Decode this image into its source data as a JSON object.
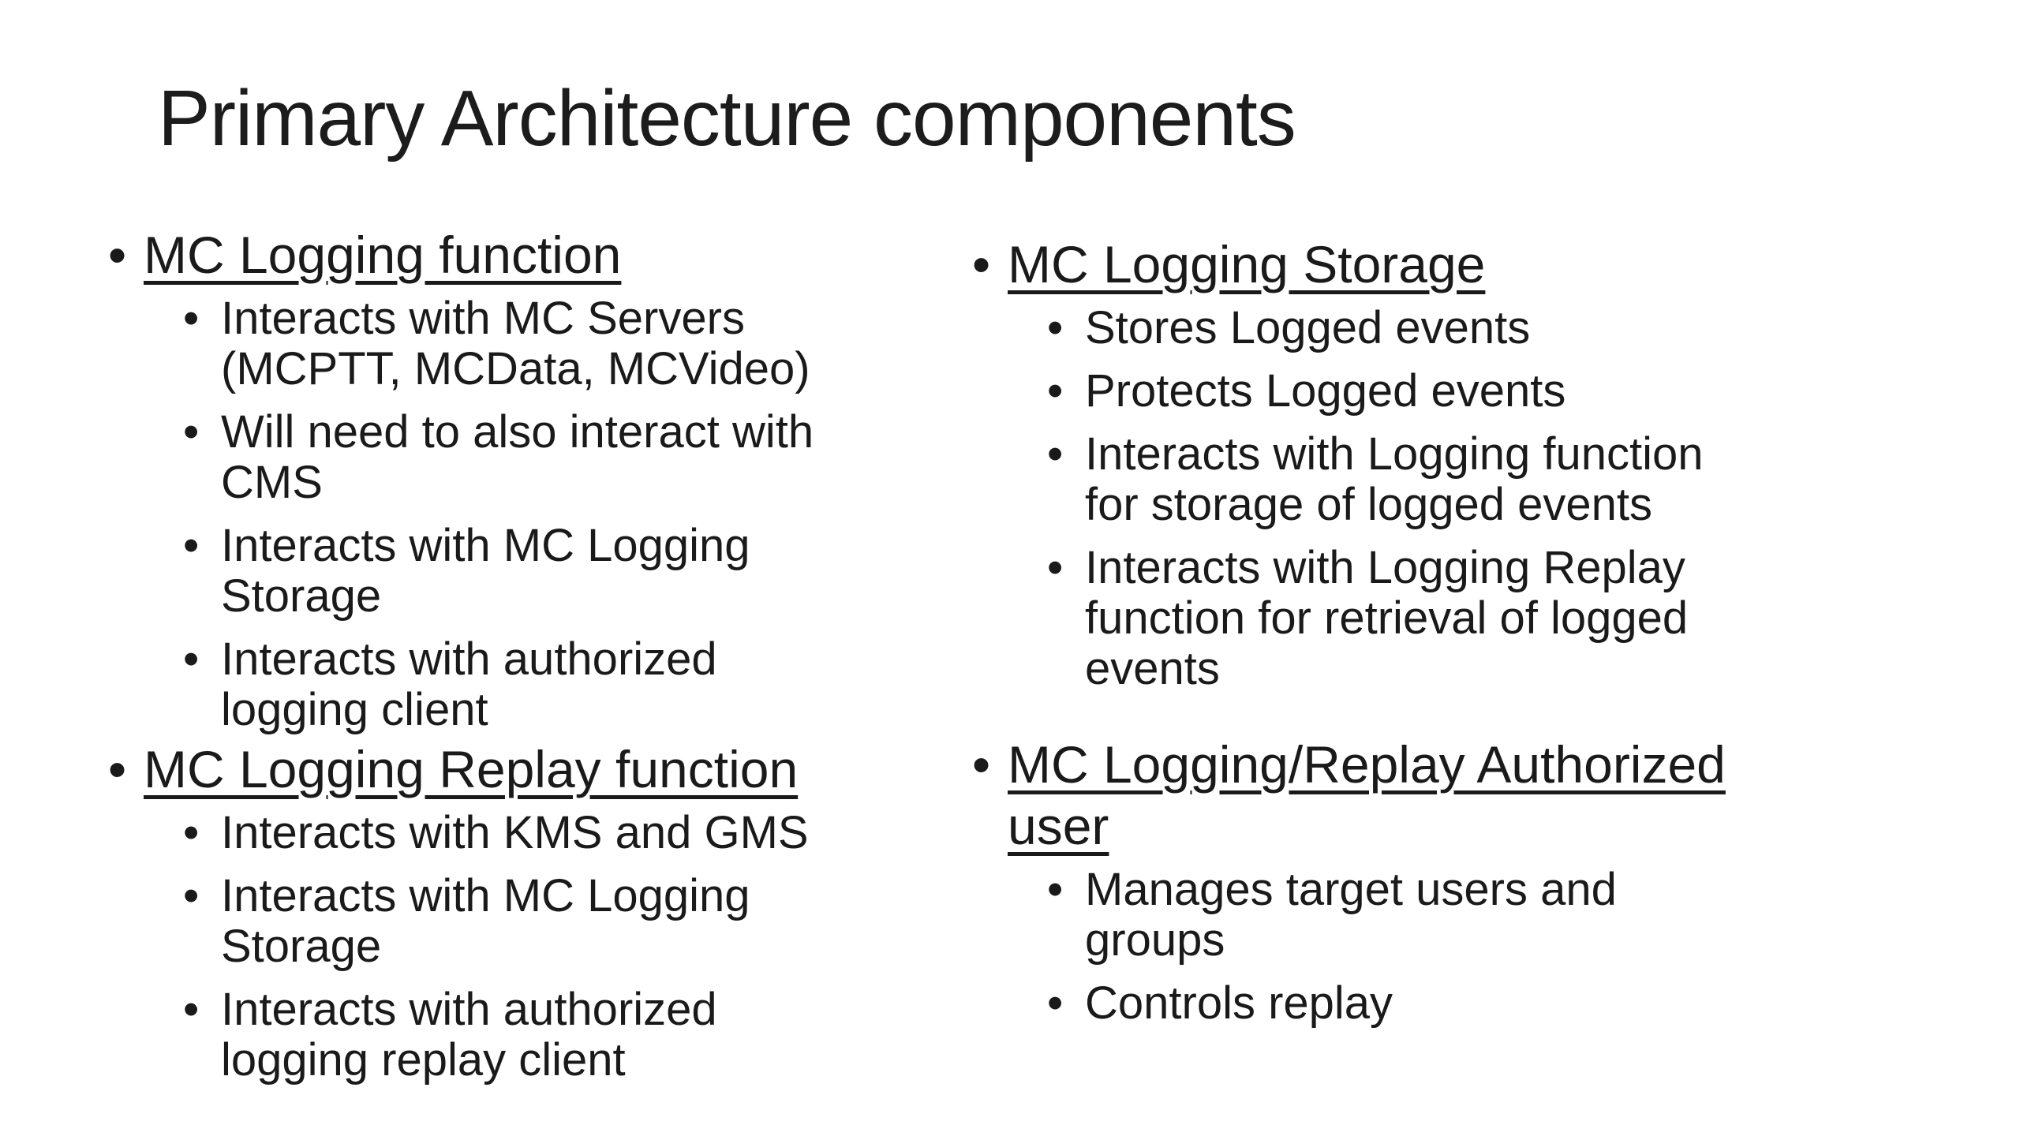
{
  "slide": {
    "title": "Primary Architecture components",
    "bullet_glyph": "•",
    "colors": {
      "background": "#ffffff",
      "text": "#1a1a1a"
    },
    "columns": [
      {
        "sections": [
          {
            "heading": "MC Logging function",
            "items": [
              "Interacts with MC Servers\n(MCPTT, MCData, MCVideo)",
              "Will need to also interact with\nCMS",
              "Interacts with MC Logging\nStorage",
              "Interacts with authorized\nlogging client"
            ]
          },
          {
            "heading": "MC Logging Replay function",
            "items": [
              "Interacts with KMS and GMS",
              "Interacts with MC Logging\nStorage",
              "Interacts with authorized\nlogging replay client"
            ]
          }
        ]
      },
      {
        "sections": [
          {
            "heading": "MC Logging Storage",
            "items": [
              "Stores Logged events",
              "Protects Logged events",
              "Interacts with Logging function\nfor storage of logged events",
              "Interacts with Logging Replay\nfunction for retrieval of logged\nevents"
            ]
          },
          {
            "heading": "MC Logging/Replay Authorized\nuser",
            "items": [
              "Manages target users and\ngroups",
              "Controls replay"
            ]
          }
        ]
      }
    ]
  }
}
